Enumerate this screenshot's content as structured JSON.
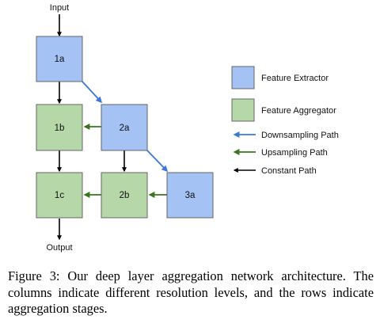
{
  "colors": {
    "extractor_fill": "#a4c2f4",
    "aggregator_fill": "#b6d7a8",
    "box_stroke": "#666666",
    "downsampling": "#3c78d8",
    "upsampling": "#38761d",
    "constant": "#000000"
  },
  "diagram": {
    "input_label": "Input",
    "output_label": "Output",
    "nodes": [
      {
        "id": "1a",
        "label": "1a",
        "kind": "extractor"
      },
      {
        "id": "1b",
        "label": "1b",
        "kind": "aggregator"
      },
      {
        "id": "2a",
        "label": "2a",
        "kind": "extractor"
      },
      {
        "id": "1c",
        "label": "1c",
        "kind": "aggregator"
      },
      {
        "id": "2b",
        "label": "2b",
        "kind": "aggregator"
      },
      {
        "id": "3a",
        "label": "3a",
        "kind": "extractor"
      }
    ],
    "edges": [
      {
        "from": "1a",
        "to": "1b",
        "path": "constant"
      },
      {
        "from": "1a",
        "to": "2a",
        "path": "downsampling"
      },
      {
        "from": "2a",
        "to": "1b",
        "path": "upsampling"
      },
      {
        "from": "1b",
        "to": "1c",
        "path": "constant"
      },
      {
        "from": "2a",
        "to": "2b",
        "path": "constant"
      },
      {
        "from": "2a",
        "to": "3a",
        "path": "downsampling"
      },
      {
        "from": "2b",
        "to": "1c",
        "path": "upsampling"
      },
      {
        "from": "3a",
        "to": "2b",
        "path": "upsampling"
      }
    ]
  },
  "legend": {
    "feature_extractor": "Feature Extractor",
    "feature_aggregator": "Feature Aggregator",
    "downsampling_path": "Downsampling Path",
    "upsampling_path": "Upsampling Path",
    "constant_path": "Constant Path"
  },
  "caption": "Figure 3: Our deep layer aggregation network architecture. The columns indicate different resolution levels, and the rows indicate aggregation stages."
}
